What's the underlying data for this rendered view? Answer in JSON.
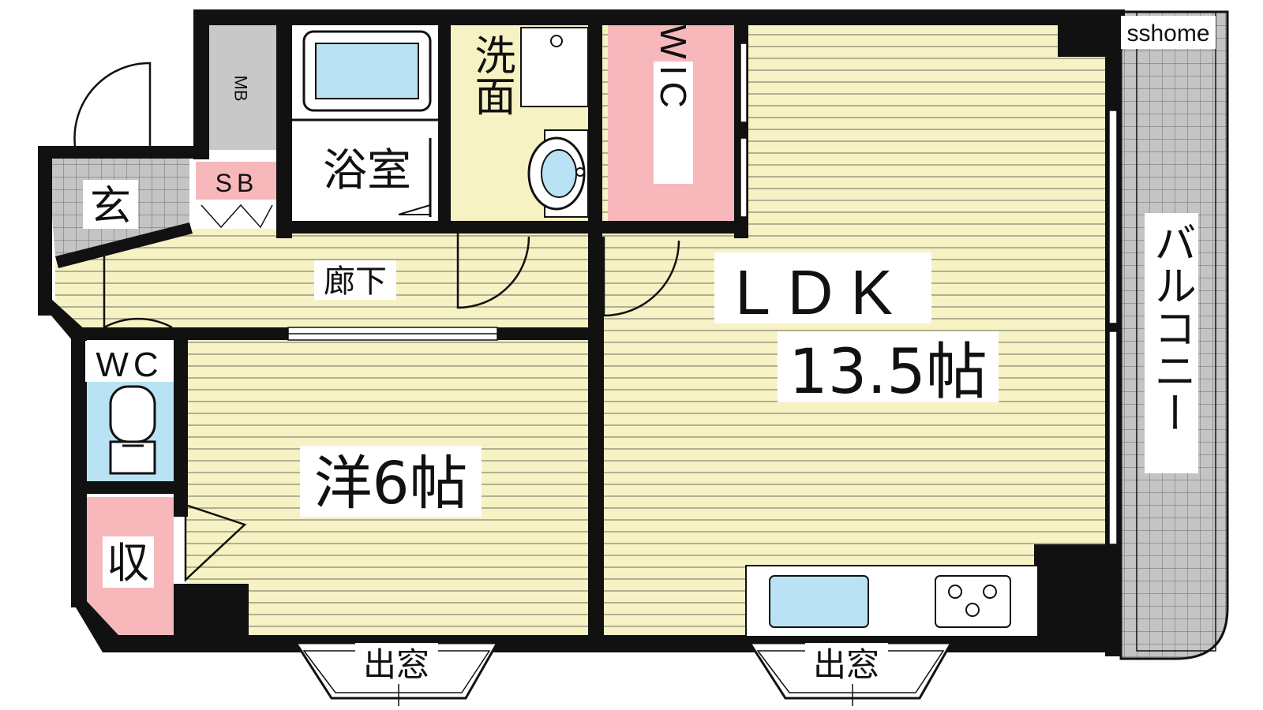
{
  "watermark": "sshome",
  "rooms": {
    "entrance": "玄",
    "meter_box": "MB",
    "shoe_box": "SB",
    "bathroom": "浴室",
    "washroom": "洗面",
    "walk_in_closet": "WIC",
    "hallway": "廊下",
    "toilet": "WC",
    "storage": "収",
    "western_room": "洋6帖",
    "ldk": "LDK",
    "ldk_size": "13.5帖",
    "balcony": "バルコニー",
    "bay_window_left": "出窓",
    "bay_window_right": "出窓"
  },
  "colors": {
    "wall": "#111111",
    "floor": "#f7f2c4",
    "floor_stripe": "#9a9a80",
    "bath_tub": "#b9e3f4",
    "closet": "#f7b8bc",
    "meter": "#c8c8c8",
    "balcony": "#c4c4c4",
    "entrance_tile": "#c4c4c4"
  }
}
